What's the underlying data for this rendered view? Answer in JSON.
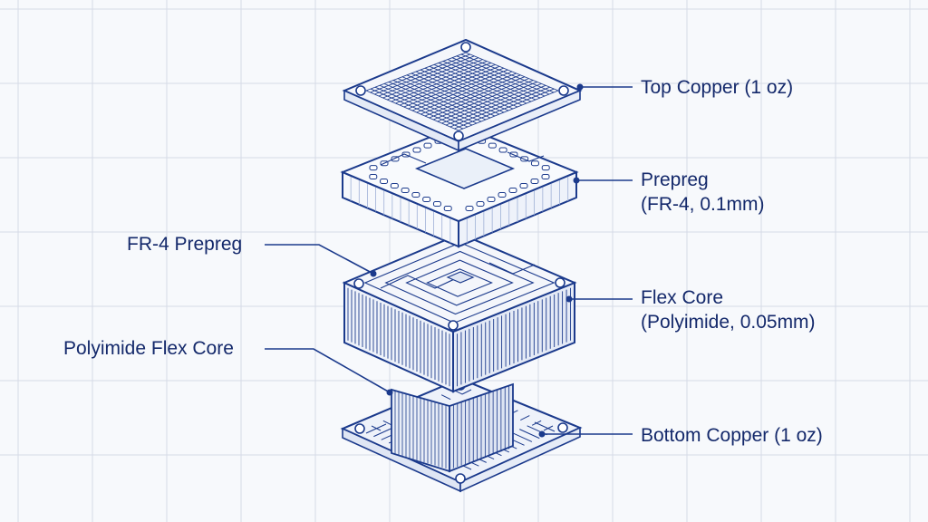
{
  "colors": {
    "background": "#f7f9fc",
    "grid": "#d5dbe6",
    "ink": "#1b3a8c",
    "label": "#14296b",
    "fill_light": "#eef2fa"
  },
  "callouts": {
    "top_copper": "Top Copper (1 oz)",
    "prepreg_line1": "Prepreg",
    "prepreg_line2": "(FR-4, 0.1mm)",
    "flex_core_line1": "Flex Core",
    "flex_core_line2": "(Polyimide, 0.05mm)",
    "bottom_copper": "Bottom Copper (1 oz)",
    "fr4_prepreg": "FR-4 Prepreg",
    "polyimide_flex_core": "Polyimide Flex Core"
  }
}
